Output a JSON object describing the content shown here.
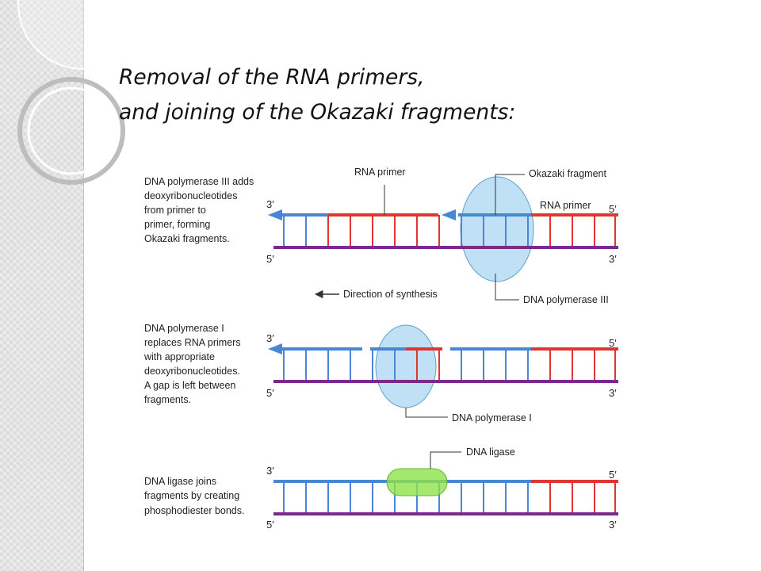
{
  "slide": {
    "title_line1": "Removal of the RNA primers,",
    "title_line2": "and joining of the Okazaki fragments:"
  },
  "colors": {
    "dna_new": "#4a86d6",
    "rna_primer": "#e03535",
    "template": "#7a2a8a",
    "polymerase": "#aad6f2",
    "ligase": "#8fe24a"
  },
  "ends": {
    "three_prime": "3′",
    "five_prime": "5′"
  },
  "panel1": {
    "desc": [
      "DNA polymerase III adds",
      "deoxyribonucleotides",
      "from primer to",
      "primer, forming",
      "Okazaki fragments."
    ],
    "rna_primer_label": "RNA primer",
    "okazaki_label": "Okazaki fragment",
    "rna_primer_right_label": "RNA primer",
    "polymerase_label": "DNA polymerase III",
    "direction_label": "Direction of synthesis"
  },
  "panel2": {
    "desc": [
      "DNA polymerase I",
      "replaces RNA primers",
      "with appropriate",
      "deoxyribonucleotides.",
      "A gap is left between",
      "fragments."
    ],
    "polymerase_label": "DNA polymerase I"
  },
  "panel3": {
    "desc": [
      "DNA ligase joins",
      "fragments by creating",
      "phosphodiester bonds."
    ],
    "ligase_label": "DNA ligase"
  }
}
